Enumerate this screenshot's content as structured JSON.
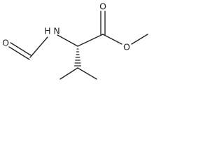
{
  "molecule": {
    "atoms": {
      "formyl_oxygen": "O",
      "amide_nitrogen": "N",
      "h_on_nitrogen": "H",
      "carbonyl_oxygen": "O",
      "ester_oxygen": "O"
    },
    "colors": {
      "bond": "#222222",
      "label": "#222222",
      "background": "#ffffff"
    }
  }
}
